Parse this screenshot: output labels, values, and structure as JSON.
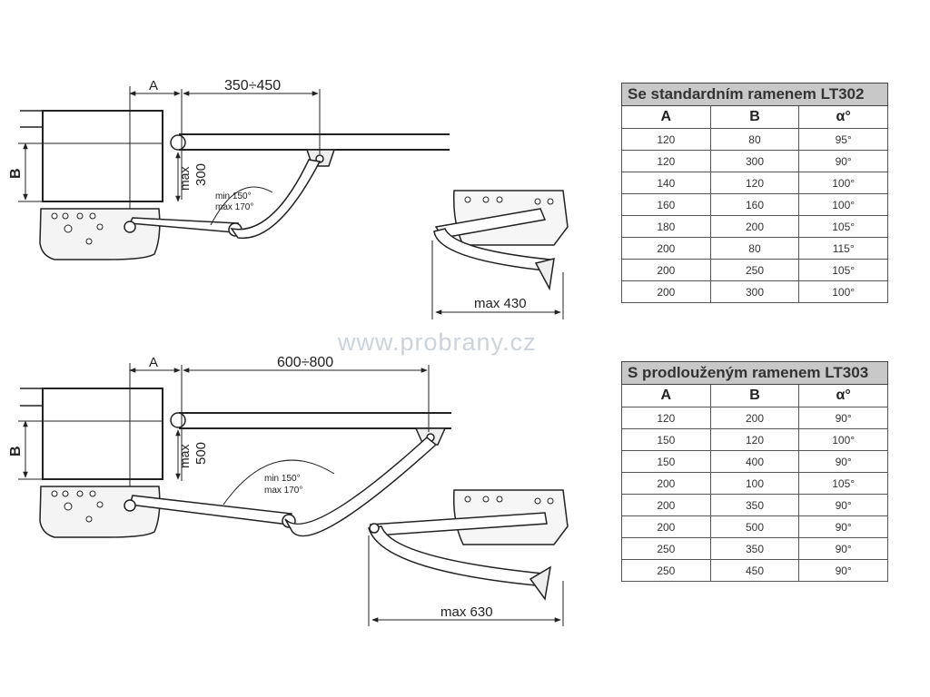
{
  "watermark": "www.probrany.cz",
  "diagram_top": {
    "dim_a": "A",
    "dim_span": "350÷450",
    "dim_b": "B",
    "dim_max_label": "max",
    "dim_max_value": "300",
    "angle_min": "min 150°",
    "angle_max": "max 170°",
    "max_width": "max 430"
  },
  "diagram_bottom": {
    "dim_a": "A",
    "dim_span": "600÷800",
    "dim_b": "B",
    "dim_max_label": "max",
    "dim_max_value": "500",
    "angle_min": "min 150°",
    "angle_max": "max 170°",
    "max_width": "max 630"
  },
  "table_standard": {
    "title": "Se standardním ramenem  LT302",
    "headers": [
      "A",
      "B",
      "α°"
    ],
    "rows": [
      [
        "120",
        "80",
        "95°"
      ],
      [
        "120",
        "300",
        "90°"
      ],
      [
        "140",
        "120",
        "100°"
      ],
      [
        "160",
        "160",
        "100°"
      ],
      [
        "180",
        "200",
        "105°"
      ],
      [
        "200",
        "80",
        "115°"
      ],
      [
        "200",
        "250",
        "105°"
      ],
      [
        "200",
        "300",
        "100°"
      ]
    ]
  },
  "table_extended": {
    "title": "S prodlouženým ramenem  LT303",
    "headers": [
      "A",
      "B",
      "α°"
    ],
    "rows": [
      [
        "120",
        "200",
        "90°"
      ],
      [
        "150",
        "120",
        "100°"
      ],
      [
        "150",
        "400",
        "90°"
      ],
      [
        "200",
        "100",
        "105°"
      ],
      [
        "200",
        "350",
        "90°"
      ],
      [
        "200",
        "500",
        "90°"
      ],
      [
        "250",
        "350",
        "90°"
      ],
      [
        "250",
        "450",
        "90°"
      ]
    ]
  }
}
